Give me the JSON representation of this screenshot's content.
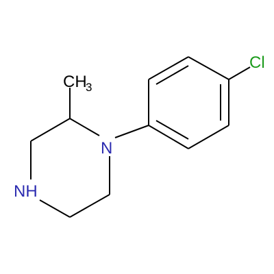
{
  "molecule": {
    "atoms": {
      "chlorine": {
        "symbol": "Cl",
        "color": "#1a9a1a"
      },
      "nitrogen_aryl": {
        "symbol": "N",
        "color": "#2b2bb0"
      },
      "nitrogen_amine": {
        "symbol": "NH",
        "color": "#2b2bb0"
      },
      "methyl": {
        "symbol": "CH",
        "subscript": "3",
        "color": "#000000"
      }
    },
    "bond_color": "#000000"
  }
}
